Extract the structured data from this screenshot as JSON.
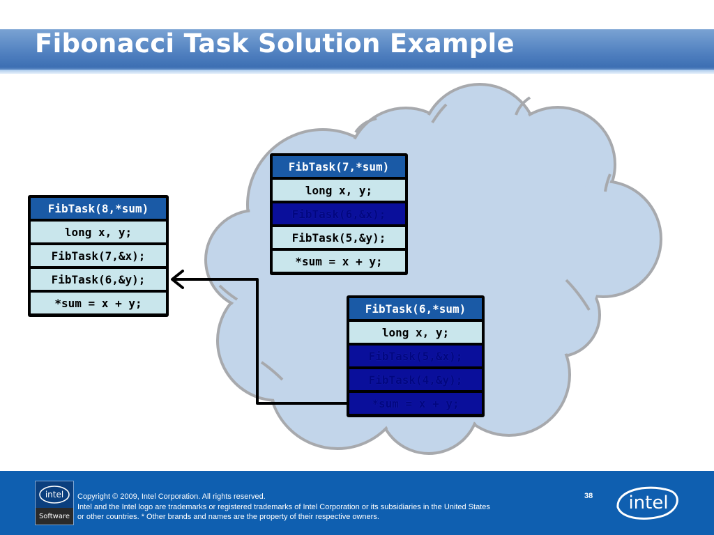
{
  "slide": {
    "title": "Fibonacci Task Solution Example",
    "page_number": "38"
  },
  "frames": {
    "fib8": {
      "header": "FibTask(8,*sum)",
      "rows": [
        "long x, y;",
        "FibTask(7,&x);",
        "FibTask(6,&y);",
        "*sum = x + y;"
      ]
    },
    "fib7": {
      "header": "FibTask(7,*sum)",
      "rows": [
        "long x, y;",
        "FibTask(6,&x);",
        "FibTask(5,&y);",
        "*sum = x + y;"
      ]
    },
    "fib6": {
      "header": "FibTask(6,*sum)",
      "rows": [
        "long x, y;",
        "FibTask(5,&x);",
        "FibTask(4,&y);",
        "*sum = x + y;"
      ]
    }
  },
  "footer": {
    "line1": "Copyright © 2009, Intel Corporation. All rights reserved.",
    "line2": "Intel and the Intel logo are trademarks or registered trademarks of Intel Corporation or its subsidiaries in the United States",
    "line3": "or other countries. * Other brands and names are the property of their respective owners.",
    "software_logo_text": "Software",
    "software_logo_mark": "intel",
    "intel_logo_text": "intel"
  },
  "colors": {
    "cloud_fill": "#c2d5ea",
    "cloud_stroke": "#a7a9ad",
    "frame_header": "#1a5aa6",
    "frame_row": "#c9e6ec",
    "frame_row_done": "#0a0f9b",
    "footer": "#0f5fb0"
  }
}
